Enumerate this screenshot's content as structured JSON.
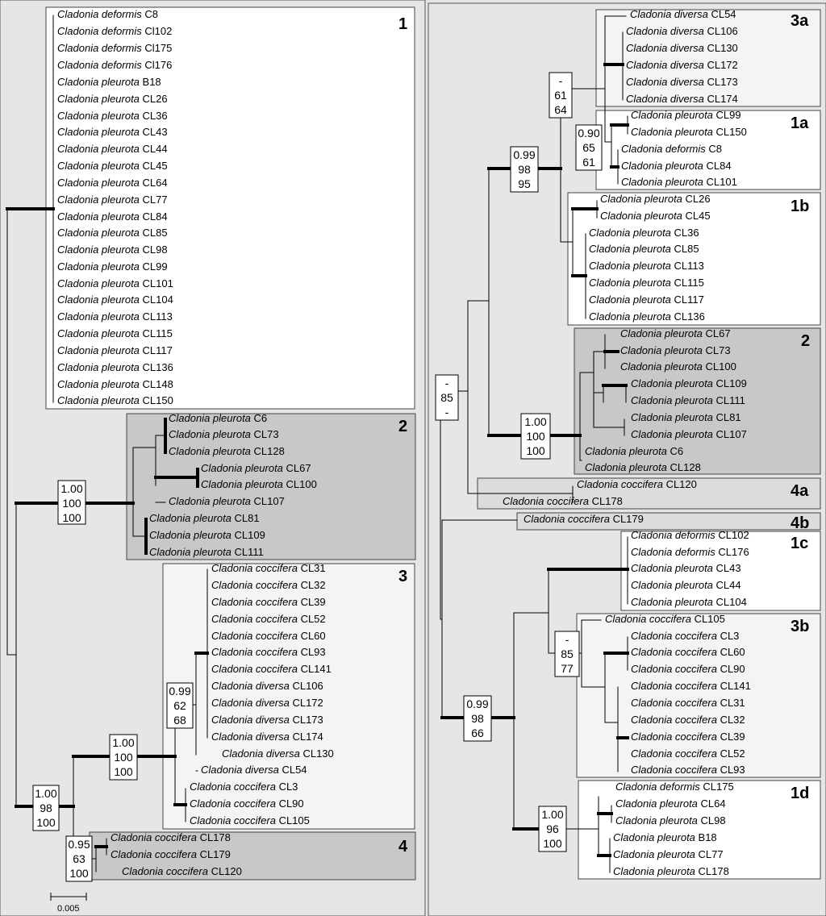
{
  "scale_bar": {
    "label": "0.005"
  },
  "left_panel": {
    "boxes": [
      {
        "label": "1"
      },
      {
        "label": "2"
      },
      {
        "label": "3"
      },
      {
        "label": "4"
      }
    ],
    "taxa": [
      [
        "Cladonia deformis",
        "C8"
      ],
      [
        "Cladonia deformis",
        "Cl102"
      ],
      [
        "Cladonia deformis",
        "Cl175"
      ],
      [
        "Cladonia deformis",
        "Cl176"
      ],
      [
        "Cladonia pleurota",
        "B18"
      ],
      [
        "Cladonia pleurota",
        "CL26"
      ],
      [
        "Cladonia pleurota",
        "CL36"
      ],
      [
        "Cladonia pleurota",
        "CL43"
      ],
      [
        "Cladonia pleurota",
        "CL44"
      ],
      [
        "Cladonia pleurota",
        "CL45"
      ],
      [
        "Cladonia pleurota",
        "CL64"
      ],
      [
        "Cladonia pleurota",
        "CL77"
      ],
      [
        "Cladonia pleurota",
        "CL84"
      ],
      [
        "Cladonia pleurota",
        "CL85"
      ],
      [
        "Cladonia pleurota",
        "CL98"
      ],
      [
        "Cladonia pleurota",
        "CL99"
      ],
      [
        "Cladonia pleurota",
        "CL101"
      ],
      [
        "Cladonia pleurota",
        "CL104"
      ],
      [
        "Cladonia pleurota",
        "CL113"
      ],
      [
        "Cladonia pleurota",
        "CL115"
      ],
      [
        "Cladonia pleurota",
        "CL117"
      ],
      [
        "Cladonia pleurota",
        "CL136"
      ],
      [
        "Cladonia pleurota",
        "CL148"
      ],
      [
        "Cladonia pleurota",
        "CL150"
      ],
      [
        "Cladonia pleurota",
        "C6"
      ],
      [
        "Cladonia pleurota",
        "CL73"
      ],
      [
        "Cladonia pleurota",
        "CL128"
      ],
      [
        "Cladonia pleurota",
        "CL67"
      ],
      [
        "Cladonia pleurota",
        "CL100"
      ],
      [
        "Cladonia pleurota",
        "CL107"
      ],
      [
        "Cladonia pleurota",
        "CL81"
      ],
      [
        "Cladonia pleurota",
        "CL109"
      ],
      [
        "Cladonia pleurota",
        "CL111"
      ],
      [
        "Cladonia coccifera",
        "CL31"
      ],
      [
        "Cladonia coccifera",
        "CL32"
      ],
      [
        "Cladonia coccifera",
        "CL39"
      ],
      [
        "Cladonia coccifera",
        "CL52"
      ],
      [
        "Cladonia coccifera",
        "CL60"
      ],
      [
        "Cladonia coccifera",
        "CL93"
      ],
      [
        "Cladonia coccifera",
        "CL141"
      ],
      [
        "Cladonia diversa",
        "CL106"
      ],
      [
        "Cladonia diversa",
        "CL172"
      ],
      [
        "Cladonia diversa",
        "CL173"
      ],
      [
        "Cladonia diversa",
        "CL174"
      ],
      [
        "Cladonia diversa",
        "CL130"
      ],
      [
        "Cladonia diversa",
        "CL54"
      ],
      [
        "Cladonia coccifera",
        "CL3"
      ],
      [
        "Cladonia coccifera",
        "CL90"
      ],
      [
        "Cladonia coccifera",
        "CL105"
      ],
      [
        "Cladonia coccifera",
        "CL178"
      ],
      [
        "Cladonia coccifera",
        "CL179"
      ],
      [
        "Cladonia coccifera",
        "CL120"
      ]
    ],
    "support": [
      [
        "1.00",
        "100",
        "100"
      ],
      [
        "0.99",
        "62",
        "68"
      ],
      [
        "1.00",
        "100",
        "100"
      ],
      [
        "1.00",
        "98",
        "100"
      ],
      [
        "0.95",
        "63",
        "100"
      ]
    ]
  },
  "right_panel": {
    "boxes": [
      {
        "label": "3a"
      },
      {
        "label": "1a"
      },
      {
        "label": "1b"
      },
      {
        "label": "2"
      },
      {
        "label": "4a"
      },
      {
        "label": "4b"
      },
      {
        "label": "1c"
      },
      {
        "label": "3b"
      },
      {
        "label": "1d"
      }
    ],
    "taxa": [
      [
        "Cladonia diversa",
        "CL54"
      ],
      [
        "Cladonia diversa",
        "CL106"
      ],
      [
        "Cladonia diversa",
        "CL130"
      ],
      [
        "Cladonia diversa",
        "CL172"
      ],
      [
        "Cladonia diversa",
        "CL173"
      ],
      [
        "Cladonia diversa",
        "CL174"
      ],
      [
        "Cladonia pleurota",
        "CL99"
      ],
      [
        "Cladonia pleurota",
        "CL150"
      ],
      [
        "Cladonia deformis",
        "C8"
      ],
      [
        "Cladonia pleurota",
        "CL84"
      ],
      [
        "Cladonia pleurota",
        "CL101"
      ],
      [
        "Cladonia pleurota",
        "CL26"
      ],
      [
        "Cladonia pleurota",
        "CL45"
      ],
      [
        "Cladonia pleurota",
        "CL36"
      ],
      [
        "Cladonia pleurota",
        "CL85"
      ],
      [
        "Cladonia pleurota",
        "CL113"
      ],
      [
        "Cladonia pleurota",
        "CL115"
      ],
      [
        "Cladonia pleurota",
        "CL117"
      ],
      [
        "Cladonia pleurota",
        "CL136"
      ],
      [
        "Cladonia pleurota",
        "CL67"
      ],
      [
        "Cladonia pleurota",
        "CL73"
      ],
      [
        "Cladonia pleurota",
        "CL100"
      ],
      [
        "Cladonia pleurota",
        "CL109"
      ],
      [
        "Cladonia pleurota",
        "CL111"
      ],
      [
        "Cladonia pleurota",
        "CL81"
      ],
      [
        "Cladonia pleurota",
        "CL107"
      ],
      [
        "Cladonia pleurota",
        "C6"
      ],
      [
        "Cladonia pleurota",
        "CL128"
      ],
      [
        "Cladonia coccifera",
        "CL120"
      ],
      [
        "Cladonia coccifera",
        "CL178"
      ],
      [
        "Cladonia coccifera",
        "CL179"
      ],
      [
        "Cladonia deformis",
        "CL102"
      ],
      [
        "Cladonia deformis",
        "CL176"
      ],
      [
        "Cladonia pleurota",
        "CL43"
      ],
      [
        "Cladonia pleurota",
        "CL44"
      ],
      [
        "Cladonia pleurota",
        "CL104"
      ],
      [
        "Cladonia coccifera",
        "CL105"
      ],
      [
        "Cladonia coccifera",
        "CL3"
      ],
      [
        "Cladonia coccifera",
        "CL60"
      ],
      [
        "Cladonia coccifera",
        "CL90"
      ],
      [
        "Cladonia coccifera",
        "CL141"
      ],
      [
        "Cladonia coccifera",
        "CL31"
      ],
      [
        "Cladonia coccifera",
        "CL32"
      ],
      [
        "Cladonia coccifera",
        "CL39"
      ],
      [
        "Cladonia coccifera",
        "CL52"
      ],
      [
        "Cladonia coccifera",
        "CL93"
      ],
      [
        "Cladonia deformis",
        "CL175"
      ],
      [
        "Cladonia pleurota",
        "CL64"
      ],
      [
        "Cladonia pleurota",
        "CL98"
      ],
      [
        "Cladonia pleurota",
        "B18"
      ],
      [
        "Cladonia pleurota",
        "CL77"
      ],
      [
        "Cladonia pleurota",
        "CL178"
      ]
    ],
    "support": [
      [
        "-",
        "61",
        "64"
      ],
      [
        "0.90",
        "65",
        "61"
      ],
      [
        "0.99",
        "98",
        "95"
      ],
      [
        "-",
        "85",
        "-"
      ],
      [
        "1.00",
        "100",
        "100"
      ],
      [
        "-",
        "85",
        "77"
      ],
      [
        "0.99",
        "98",
        "66"
      ],
      [
        "1.00",
        "96",
        "100"
      ]
    ]
  }
}
